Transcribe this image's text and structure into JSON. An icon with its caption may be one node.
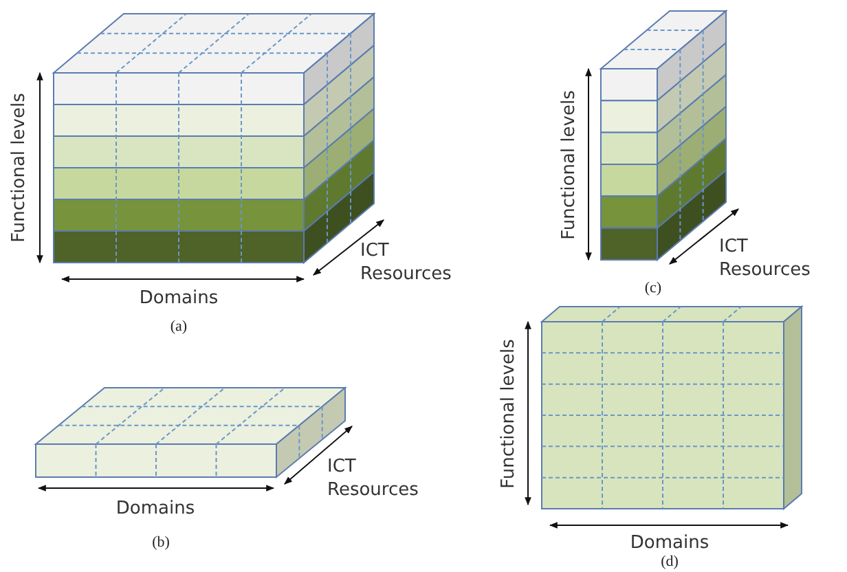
{
  "diagram": {
    "labels": [
      "Functional levels",
      "Domains",
      "ICT Resources",
      "(a)",
      "Functional levels",
      "ICT Resources",
      "(c)",
      "Domains",
      "ICT Resources",
      "(b)",
      "Functional levels",
      "Domains",
      "(d)"
    ]
  }
}
